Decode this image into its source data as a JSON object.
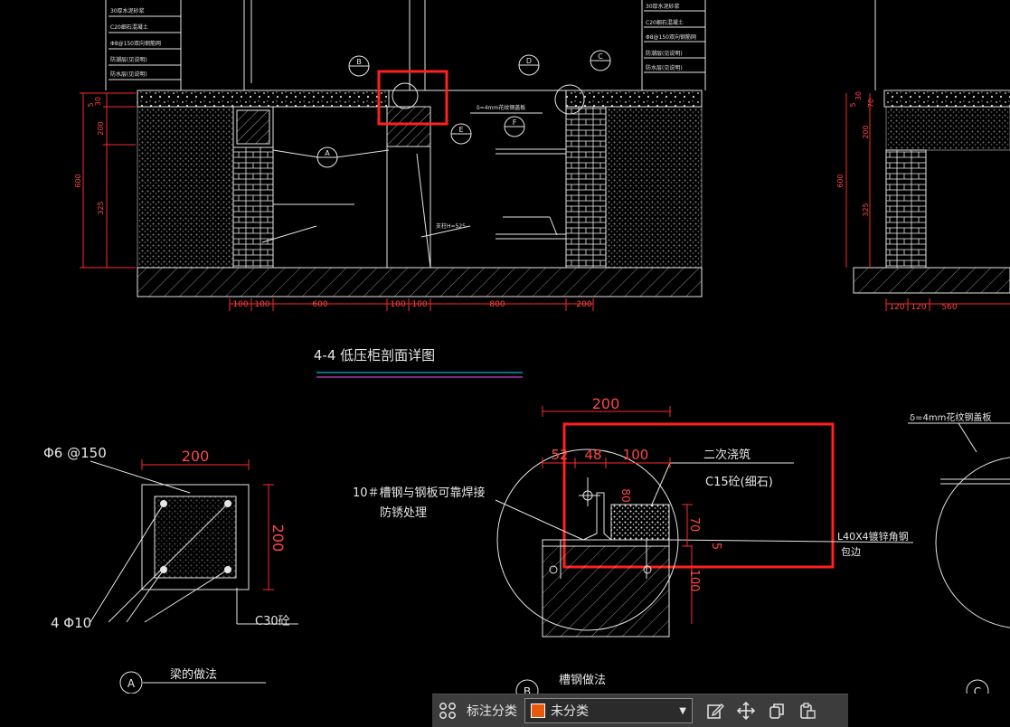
{
  "drawing": {
    "section_title": "4-4 低压柜剖面详图",
    "detail_a_title": "梁的做法",
    "detail_b_title": "槽钢做法",
    "detail_a_marker": "A",
    "detail_b_marker": "B",
    "detail_c_marker": "C",
    "beam": {
      "rebar_top": "Φ6 @150",
      "width_dim": "200",
      "height_dim": "200",
      "rebar_bottom": "4 Φ10",
      "concrete": "C30砼"
    },
    "channel": {
      "dim_total": "200",
      "dim_a": "52",
      "dim_b": "48",
      "dim_c": "100",
      "dim_d": "80",
      "dim_e": "70",
      "dim_f": "5",
      "dim_g": "100",
      "label_grout": "二次浇筑",
      "label_c15": "C15砼(细石)",
      "label_channel": "10＃槽钢与钢板可靠焊接",
      "label_rust": "防锈处理",
      "label_angle": "L40X4镀锌角钢",
      "label_angle2": "包边",
      "label_plate": "δ=4mm花纹钢盖板"
    },
    "section": {
      "dims_bottom": [
        "100",
        "100",
        "600",
        "100",
        "100",
        "800",
        "200"
      ],
      "dims_bottom_right": [
        "120",
        "120",
        "560"
      ],
      "dims_left": [
        "5",
        "30",
        "200",
        "600",
        "325"
      ],
      "dims_right": [
        "5",
        "30",
        "70",
        "200",
        "600",
        "325"
      ],
      "bubble_b": "B",
      "bubble_d": "D",
      "bubble_c": "C",
      "bubble_a": "A",
      "bubble_e": "E",
      "bubble_f": "F",
      "note_plate": "δ=4mm花纹钢盖板",
      "note_h": "支柱H=525",
      "top_notes_left": [
        "30厚水泥砂浆",
        "C20细石混凝土",
        "Φ8@150双向钢筋网",
        "防潮层(见说明)",
        "防水层(见说明)"
      ],
      "top_notes_right": [
        "30厚水泥砂浆",
        "C20细石混凝土",
        "Φ8@150双向钢筋网",
        "防潮层(见说明)",
        "防水层(见说明)"
      ]
    }
  },
  "toolbar": {
    "label": "标注分类",
    "selected": "未分类",
    "swatch_color": "#e8590c",
    "icons": [
      "grid-icon",
      "edit-icon",
      "move-icon",
      "copy-icon",
      "paste-icon"
    ]
  },
  "colors": {
    "line_white": "#e6e6e6",
    "dim_red": "#ff2a2a",
    "highlight": "#ff2020",
    "cyan": "#00e5ff",
    "magenta": "#ff4dff"
  }
}
